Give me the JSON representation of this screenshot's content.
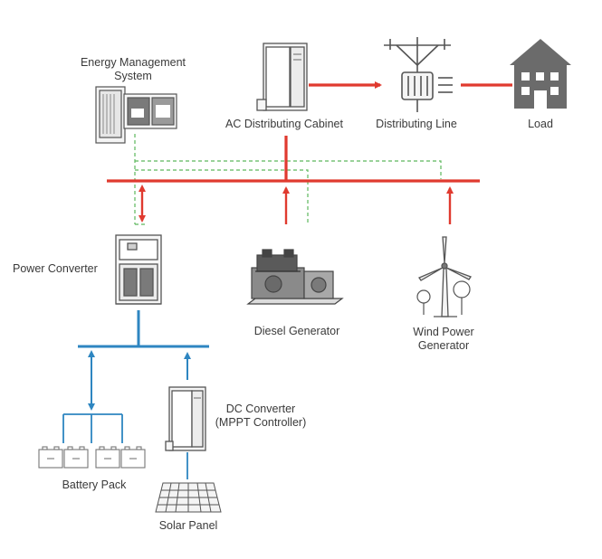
{
  "labels": {
    "ems_line1": "Energy Management",
    "ems_line2": "System",
    "ac_cabinet": "AC Distributing Cabinet",
    "distributing_line": "Distributing Line",
    "load": "Load",
    "power_converter": "Power Converter",
    "diesel_generator": "Diesel Generator",
    "wind_line1": "Wind Power",
    "wind_line2": "Generator",
    "dc_line1": "DC Converter",
    "dc_line2": "(MPPT Controller)",
    "battery_pack": "Battery Pack",
    "solar_panel": "Solar Panel"
  },
  "colors": {
    "ac_bus": "#e03a2f",
    "dc_bus": "#2e86c1",
    "control_line": "#5cb85c",
    "equipment_stroke": "#555555",
    "equipment_fill": "#f4f4f4",
    "house": "#6b6b6b"
  },
  "icons": [
    "ems-cabinet-icon",
    "ac-cabinet-icon",
    "utility-pole-icon",
    "house-icon",
    "power-converter-icon",
    "diesel-generator-icon",
    "wind-turbine-icon",
    "dc-converter-icon",
    "battery-icon",
    "solar-panel-icon"
  ]
}
